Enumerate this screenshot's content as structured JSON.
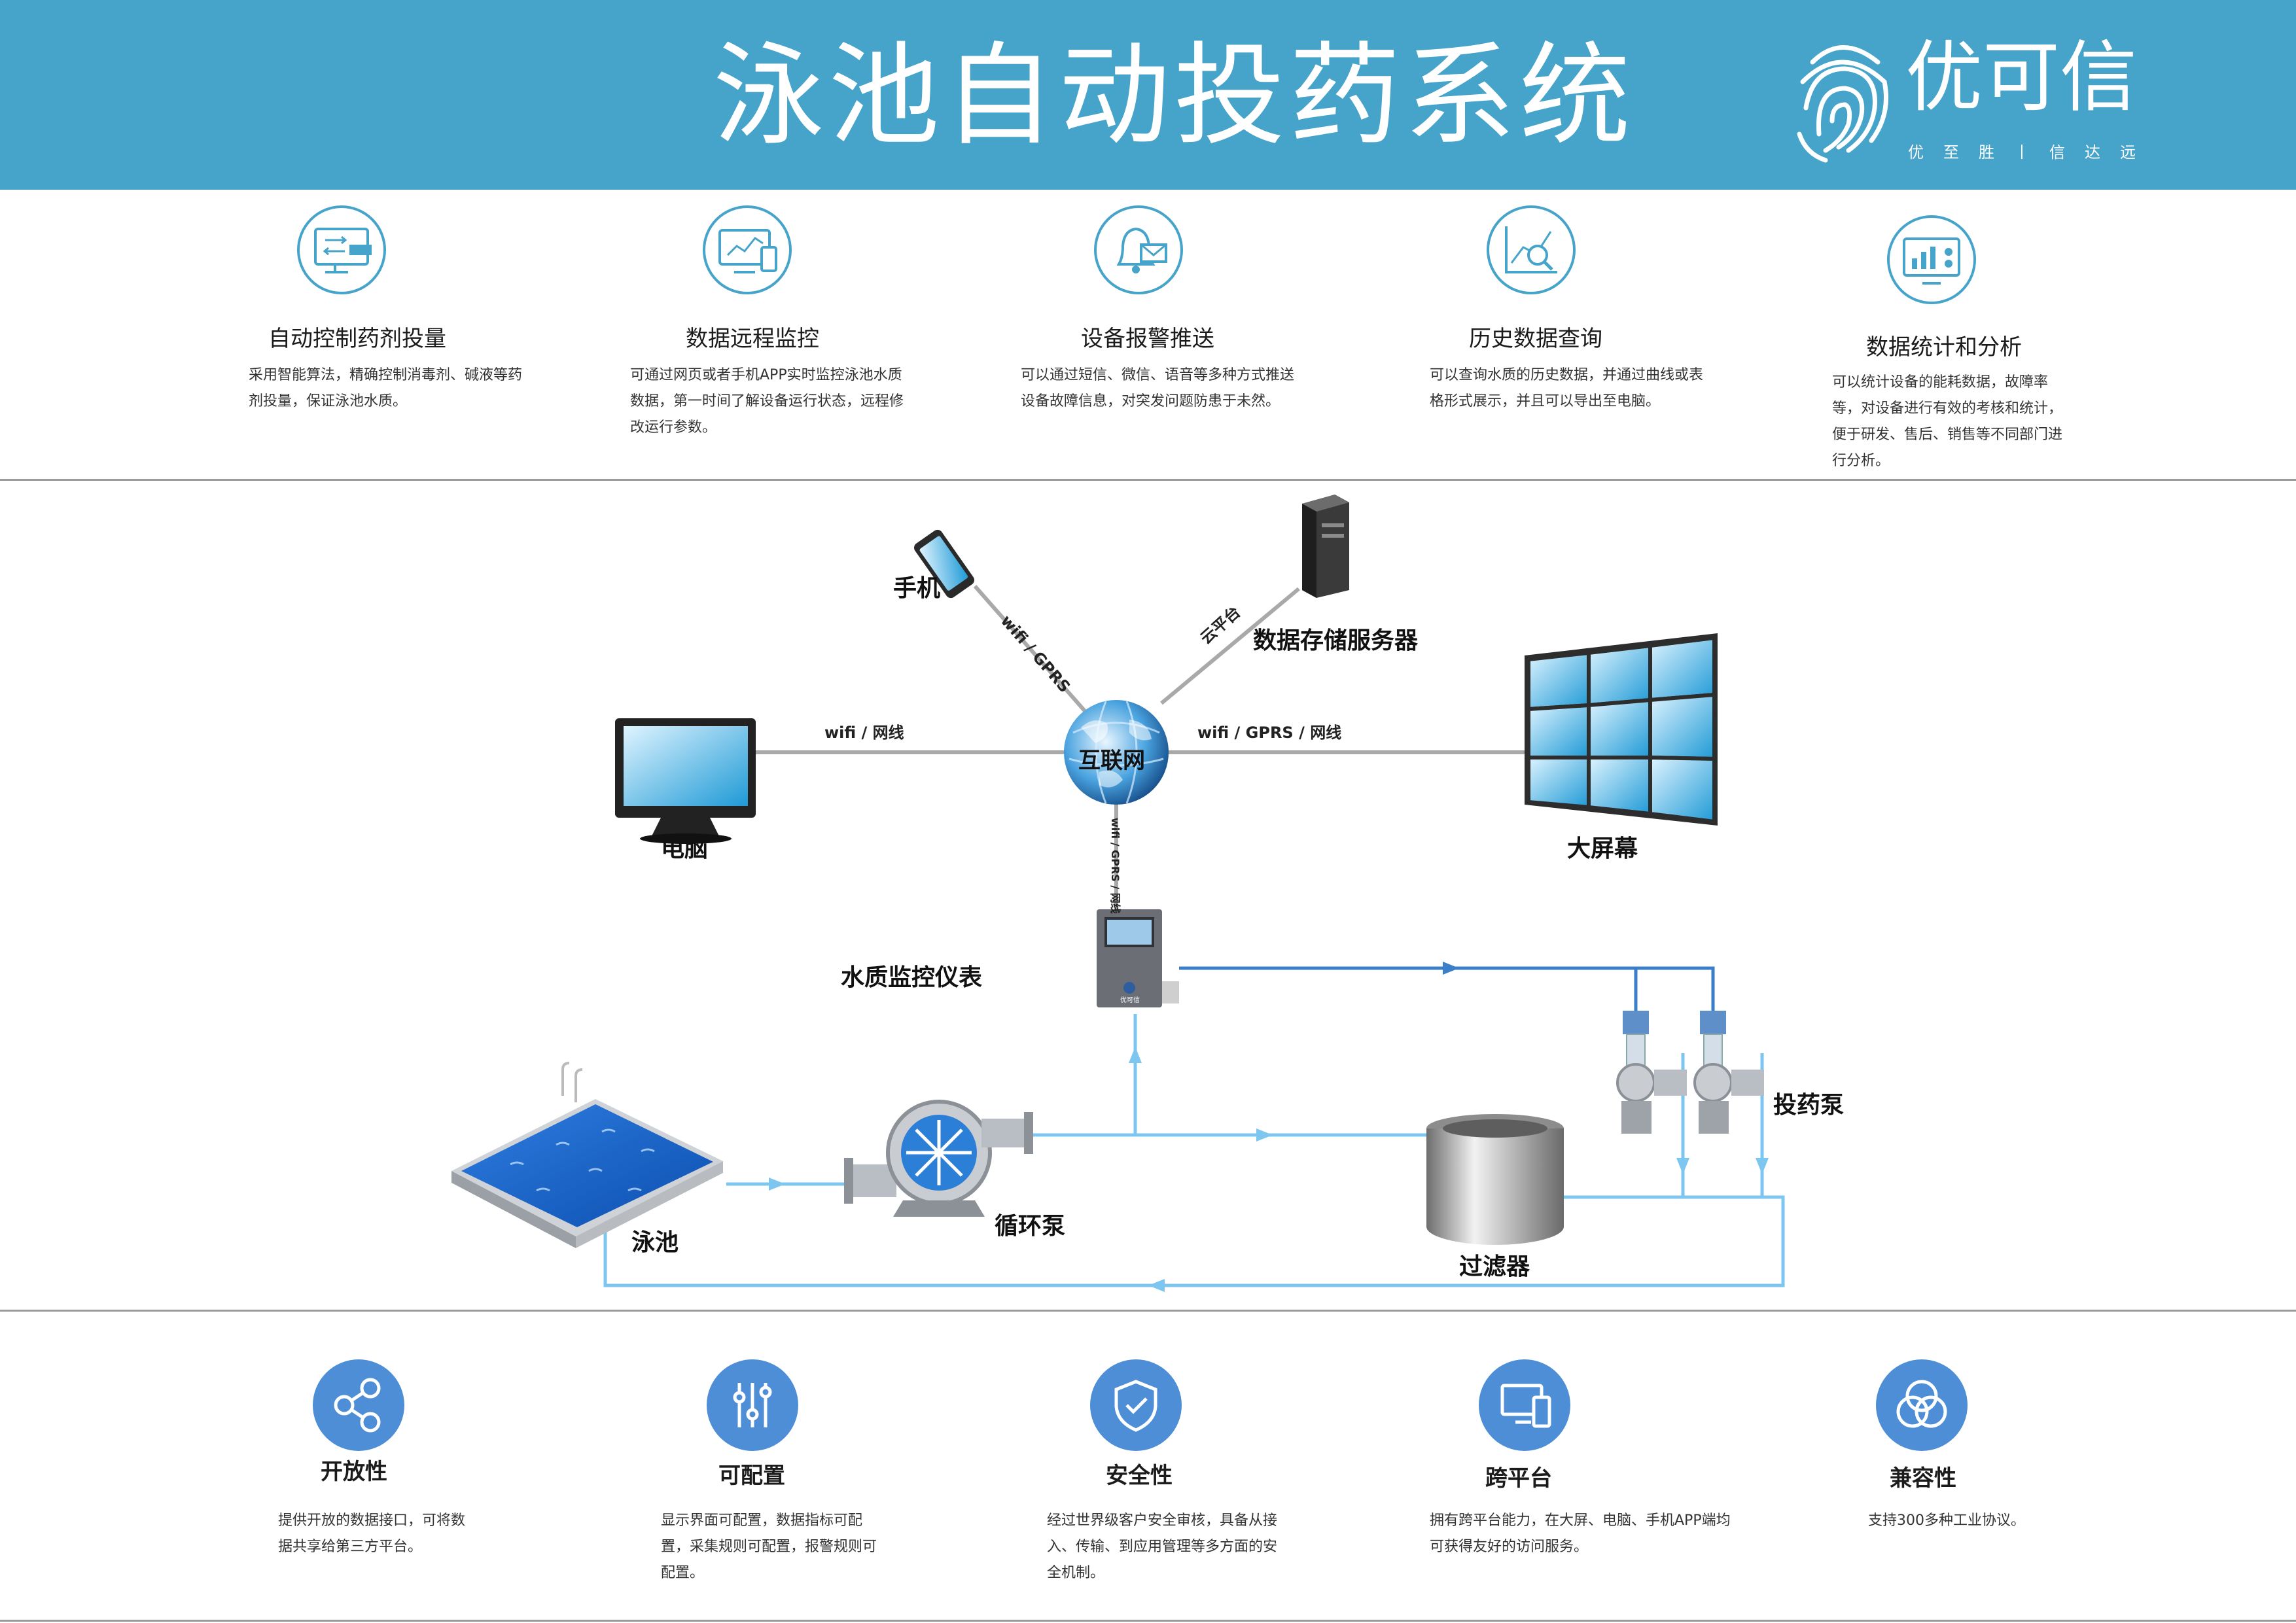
{
  "header": {
    "title": "泳池自动投药系统",
    "brand": "优可信",
    "slogan": "优至胜丨信达远"
  },
  "features": [
    {
      "icon": "monitor-control-icon",
      "title": "自动控制药剂投量",
      "desc": "采用智能算法，精确控制消毒剂、碱液等药剂投量，保证泳池水质。"
    },
    {
      "icon": "remote-monitor-icon",
      "title": "数据远程监控",
      "desc": "可通过网页或者手机APP实时监控泳池水质数据，第一时间了解设备运行状态，远程修改运行参数。"
    },
    {
      "icon": "alarm-bell-icon",
      "title": "设备报警推送",
      "desc": "可以通过短信、微信、语音等多种方式推送设备故障信息，对突发问题防患于未然。"
    },
    {
      "icon": "history-query-icon",
      "title": "历史数据查询",
      "desc": "可以查询水质的历史数据，并通过曲线或表格形式展示，并且可以导出至电脑。"
    },
    {
      "icon": "statistics-icon",
      "title": "数据统计和分析",
      "desc": "可以统计设备的能耗数据，故障率等，对设备进行有效的考核和统计，便于研发、售后、销售等不同部门进行分析。"
    }
  ],
  "diagram": {
    "internet": "互联网",
    "phone": "手机",
    "server": "数据存储服务器",
    "computer": "电脑",
    "big_screen": "大屏幕",
    "monitor": "水质监控仪表",
    "pool": "泳池",
    "pump": "循环泵",
    "filter": "过滤器",
    "dosing_pump": "投药泵",
    "link_phone": "wifi / GPRS",
    "link_server": "云平台",
    "link_computer": "wifi / 网线",
    "link_screen": "wifi / GPRS / 网线",
    "link_monitor": "wifi / GPRS / 网线",
    "device_brand": "优可信"
  },
  "advantages": [
    {
      "icon": "share-nodes-icon",
      "title": "开放性",
      "desc": "提供开放的数据接口，可将数据共享给第三方平台。"
    },
    {
      "icon": "sliders-icon",
      "title": "可配置",
      "desc": "显示界面可配置，数据指标可配置，采集规则可配置，报警规则可配置。"
    },
    {
      "icon": "shield-check-icon",
      "title": "安全性",
      "desc": "经过世界级客户安全审核，具备从接入、传输、到应用管理等多方面的安全机制。"
    },
    {
      "icon": "devices-icon",
      "title": "跨平台",
      "desc": "拥有跨平台能力，在大屏、电脑、手机APP端均可获得友好的访问服务。"
    },
    {
      "icon": "overlap-circles-icon",
      "title": "兼容性",
      "desc": "支持300多种工业协议。"
    }
  ]
}
